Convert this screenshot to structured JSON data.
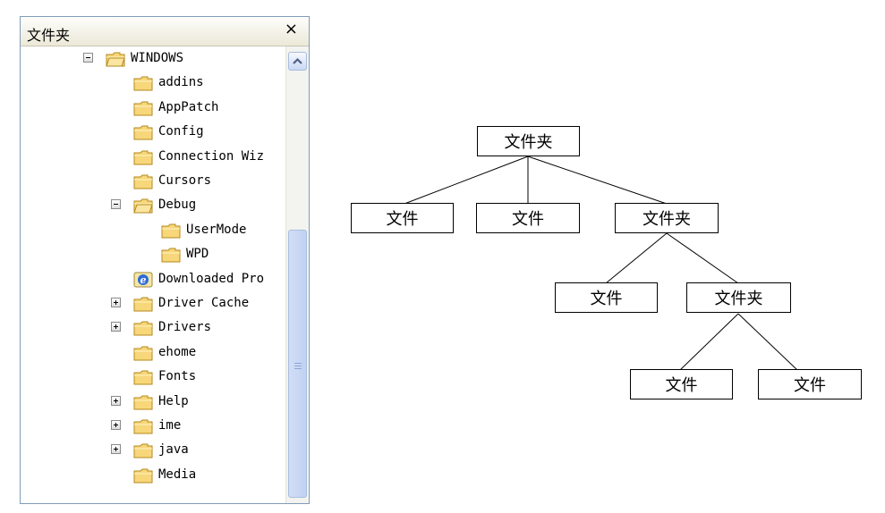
{
  "pane": {
    "title": "文件夹",
    "close_glyph": "×"
  },
  "tree": [
    {
      "label": "WINDOWS",
      "icon": "folder-open-icon",
      "expander": "collapse"
    },
    {
      "label": "addins",
      "icon": "folder-icon",
      "expander": ""
    },
    {
      "label": "AppPatch",
      "icon": "folder-icon",
      "expander": ""
    },
    {
      "label": "Config",
      "icon": "folder-icon",
      "expander": ""
    },
    {
      "label": "Connection Wiz",
      "icon": "folder-icon",
      "expander": ""
    },
    {
      "label": "Cursors",
      "icon": "folder-icon",
      "expander": ""
    },
    {
      "label": "Debug",
      "icon": "folder-open-icon",
      "expander": "collapse"
    },
    {
      "label": "UserMode",
      "icon": "folder-icon",
      "expander": ""
    },
    {
      "label": "WPD",
      "icon": "folder-icon",
      "expander": ""
    },
    {
      "label": "Downloaded Pro",
      "icon": "ie-icon",
      "expander": ""
    },
    {
      "label": "Driver Cache",
      "icon": "folder-icon",
      "expander": "expand"
    },
    {
      "label": "Drivers",
      "icon": "folder-icon",
      "expander": "expand"
    },
    {
      "label": "ehome",
      "icon": "folder-icon",
      "expander": ""
    },
    {
      "label": "Fonts",
      "icon": "folder-icon",
      "expander": ""
    },
    {
      "label": "Help",
      "icon": "folder-icon",
      "expander": "expand"
    },
    {
      "label": "ime",
      "icon": "folder-icon",
      "expander": "expand"
    },
    {
      "label": "java",
      "icon": "folder-icon",
      "expander": "expand"
    },
    {
      "label": "Media",
      "icon": "folder-icon",
      "expander": ""
    }
  ],
  "diagram": {
    "root": "文件夹",
    "level1": [
      "文件",
      "文件",
      "文件夹"
    ],
    "level2": [
      "文件",
      "文件夹"
    ],
    "level3": [
      "文件",
      "文件"
    ]
  }
}
